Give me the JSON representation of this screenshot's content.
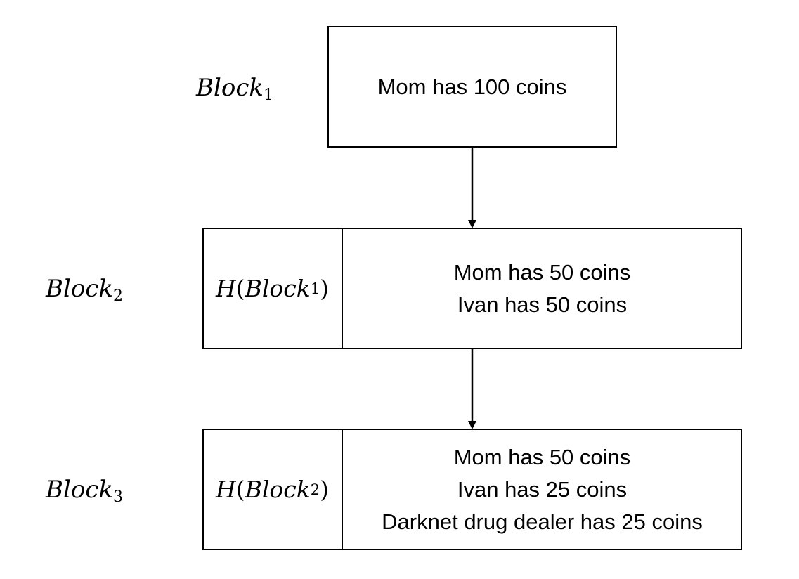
{
  "blocks": [
    {
      "label": "Block",
      "index": "1",
      "transactions": [
        "Mom has 100 coins"
      ]
    },
    {
      "label": "Block",
      "index": "2",
      "hash": {
        "fn": "H",
        "ref_label": "Block",
        "ref_index": "1"
      },
      "transactions": [
        "Mom has 50 coins",
        "Ivan has 50 coins"
      ]
    },
    {
      "label": "Block",
      "index": "3",
      "hash": {
        "fn": "H",
        "ref_label": "Block",
        "ref_index": "2"
      },
      "transactions": [
        "Mom has 50 coins",
        "Ivan has 25 coins",
        "Darknet drug dealer has 25 coins"
      ]
    }
  ]
}
